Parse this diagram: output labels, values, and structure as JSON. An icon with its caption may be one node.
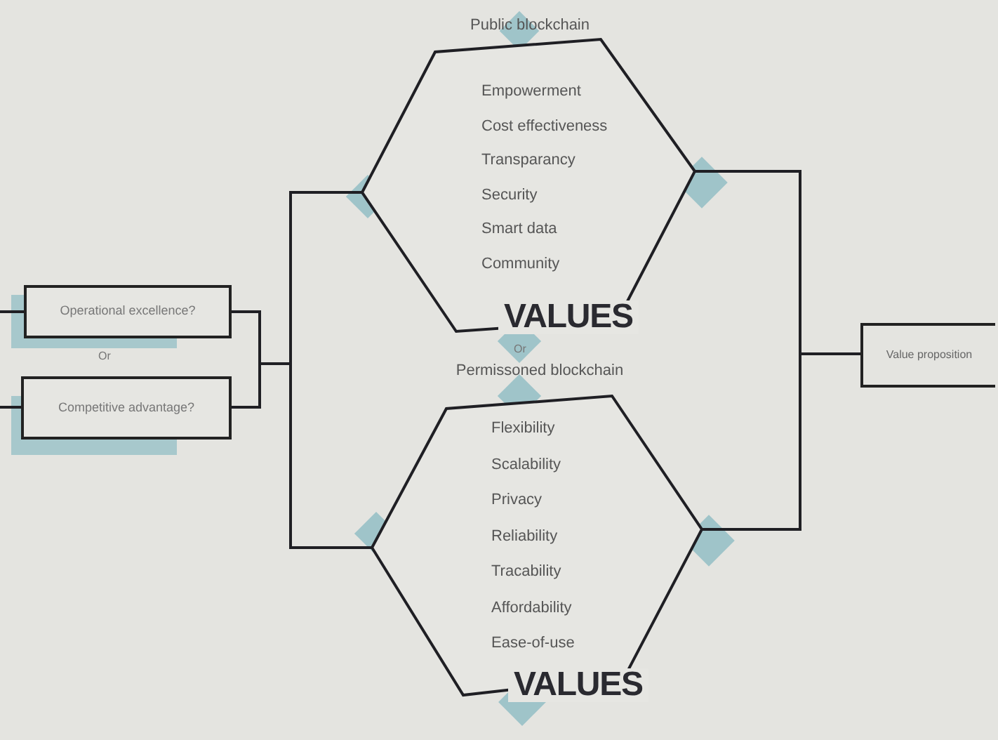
{
  "diagram": {
    "nodes": [
      {
        "text": [
          "Operational excellence?"
        ]
      },
      {
        "text": [
          "Competitive advantage?"
        ]
      },
      {
        "text": [
          "Public blockchain",
          "Empowerment",
          "Cost effectiveness",
          "Transparancy",
          "Security",
          "Smart data",
          "Community",
          "VALUES"
        ]
      },
      {
        "text": [
          "Permissoned blockchain",
          "Flexibility",
          "Scalability",
          "Privacy",
          "Reliability",
          "Tracability",
          "Affordability",
          "Ease-of-use",
          "VALUES"
        ]
      },
      {
        "text": [
          "Value proposition"
        ]
      }
    ],
    "edges": [
      {
        "from": null,
        "to": 0,
        "arrow": "none"
      },
      {
        "from": null,
        "to": 1,
        "arrow": "none"
      },
      {
        "from": 0,
        "to": 2,
        "arrow": "none"
      },
      {
        "from": 0,
        "to": 3,
        "arrow": "none"
      },
      {
        "from": 1,
        "to": 2,
        "arrow": "none"
      },
      {
        "from": 1,
        "to": 3,
        "arrow": "none"
      },
      {
        "from": 2,
        "to": 4,
        "arrow": "none"
      },
      {
        "from": 3,
        "to": 4,
        "arrow": "none"
      }
    ],
    "labels": [
      "Or",
      "Or"
    ]
  }
}
